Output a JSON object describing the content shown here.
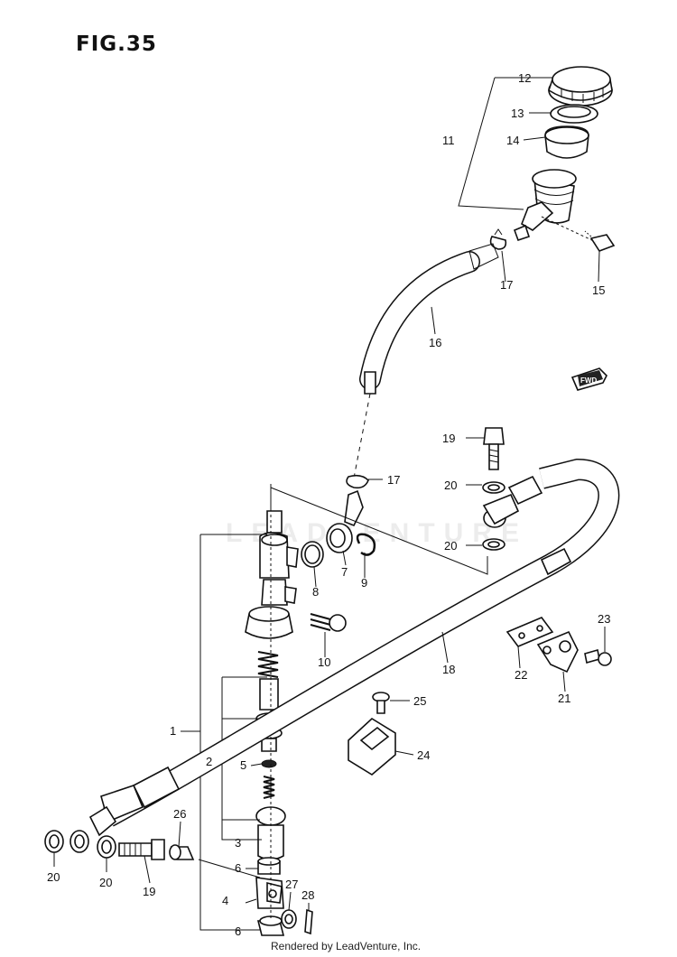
{
  "figure": {
    "title": "FIG.35",
    "footer": "Rendered by LeadVenture, Inc.",
    "watermark": "LEADVENTURE",
    "fwd_badge": "FWD"
  },
  "labels": {
    "p1": "1",
    "p2": "2",
    "p3": "3",
    "p4": "4",
    "p5": "5",
    "p6a": "6",
    "p6b": "6",
    "p7": "7",
    "p8": "8",
    "p9": "9",
    "p10": "10",
    "p11": "11",
    "p12": "12",
    "p13": "13",
    "p14": "14",
    "p15": "15",
    "p16": "16",
    "p17a": "17",
    "p17b": "17",
    "p18": "18",
    "p19a": "19",
    "p19b": "19",
    "p20a": "20",
    "p20b": "20",
    "p20c": "20",
    "p20d": "20",
    "p21": "21",
    "p22": "22",
    "p23": "23",
    "p24": "24",
    "p25": "25",
    "p26": "26",
    "p27": "27",
    "p28": "28"
  },
  "colors": {
    "ink": "#111111",
    "paper": "#ffffff"
  }
}
